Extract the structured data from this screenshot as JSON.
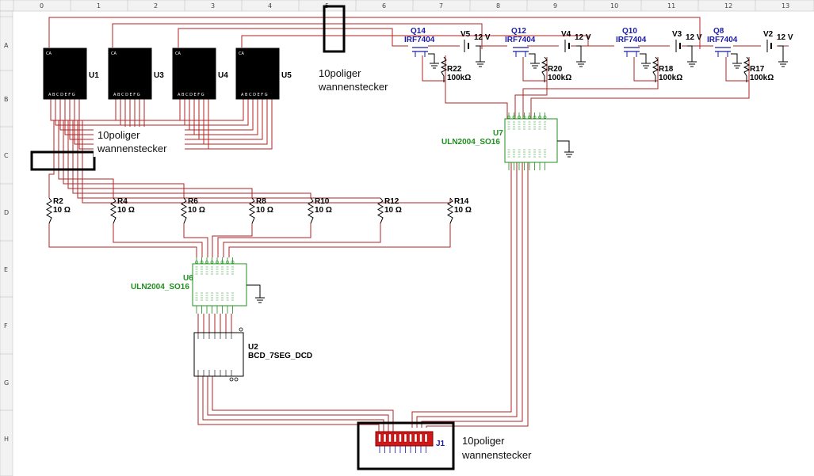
{
  "rulers": {
    "columns": [
      "0",
      "1",
      "2",
      "3",
      "4",
      "5",
      "6",
      "7",
      "8",
      "9",
      "10",
      "11",
      "12",
      "13"
    ],
    "rows": [
      "A",
      "B",
      "C",
      "D",
      "E",
      "F",
      "G",
      "H"
    ]
  },
  "displays": [
    {
      "ref": "U1",
      "top_label": "CA",
      "pins": "A B C D E F G"
    },
    {
      "ref": "U3",
      "top_label": "CA",
      "pins": "A B C D E F G"
    },
    {
      "ref": "U4",
      "top_label": "CA",
      "pins": "A B C D E F G"
    },
    {
      "ref": "U5",
      "top_label": "CA",
      "pins": "A B C D E F G"
    }
  ],
  "mosfets": [
    {
      "ref": "Q14",
      "part": "IRF7404",
      "source": "V5",
      "voltage": "12 V",
      "resistor": "R22",
      "rvalue": "100kΩ"
    },
    {
      "ref": "Q12",
      "part": "IRF7404",
      "source": "V4",
      "voltage": "12 V",
      "resistor": "R20",
      "rvalue": "100kΩ"
    },
    {
      "ref": "Q10",
      "part": "IRF7404",
      "source": "V3",
      "voltage": "12 V",
      "resistor": "R18",
      "rvalue": "100kΩ"
    },
    {
      "ref": "Q8",
      "part": "IRF7404",
      "source": "V2",
      "voltage": "12 V",
      "resistor": "R17",
      "rvalue": "100kΩ"
    }
  ],
  "resistors": [
    {
      "ref": "R2",
      "value": "10 Ω"
    },
    {
      "ref": "R4",
      "value": "10 Ω"
    },
    {
      "ref": "R6",
      "value": "10 Ω"
    },
    {
      "ref": "R8",
      "value": "10 Ω"
    },
    {
      "ref": "R10",
      "value": "10 Ω"
    },
    {
      "ref": "R12",
      "value": "10 Ω"
    },
    {
      "ref": "R14",
      "value": "10 Ω"
    }
  ],
  "drivers": [
    {
      "ref": "U7",
      "part": "ULN2004_SO16"
    },
    {
      "ref": "U6",
      "part": "ULN2004_SO16"
    }
  ],
  "decoder": {
    "ref": "U2",
    "part": "BCD_7SEG_DCD"
  },
  "connector": {
    "ref": "J1"
  },
  "notes": [
    {
      "line1": "10poliger",
      "line2": "wannenstecker"
    },
    {
      "line1": "10poliger",
      "line2": "wannenstecker"
    },
    {
      "line1": "10poliger",
      "line2": "wannenstecker"
    }
  ]
}
